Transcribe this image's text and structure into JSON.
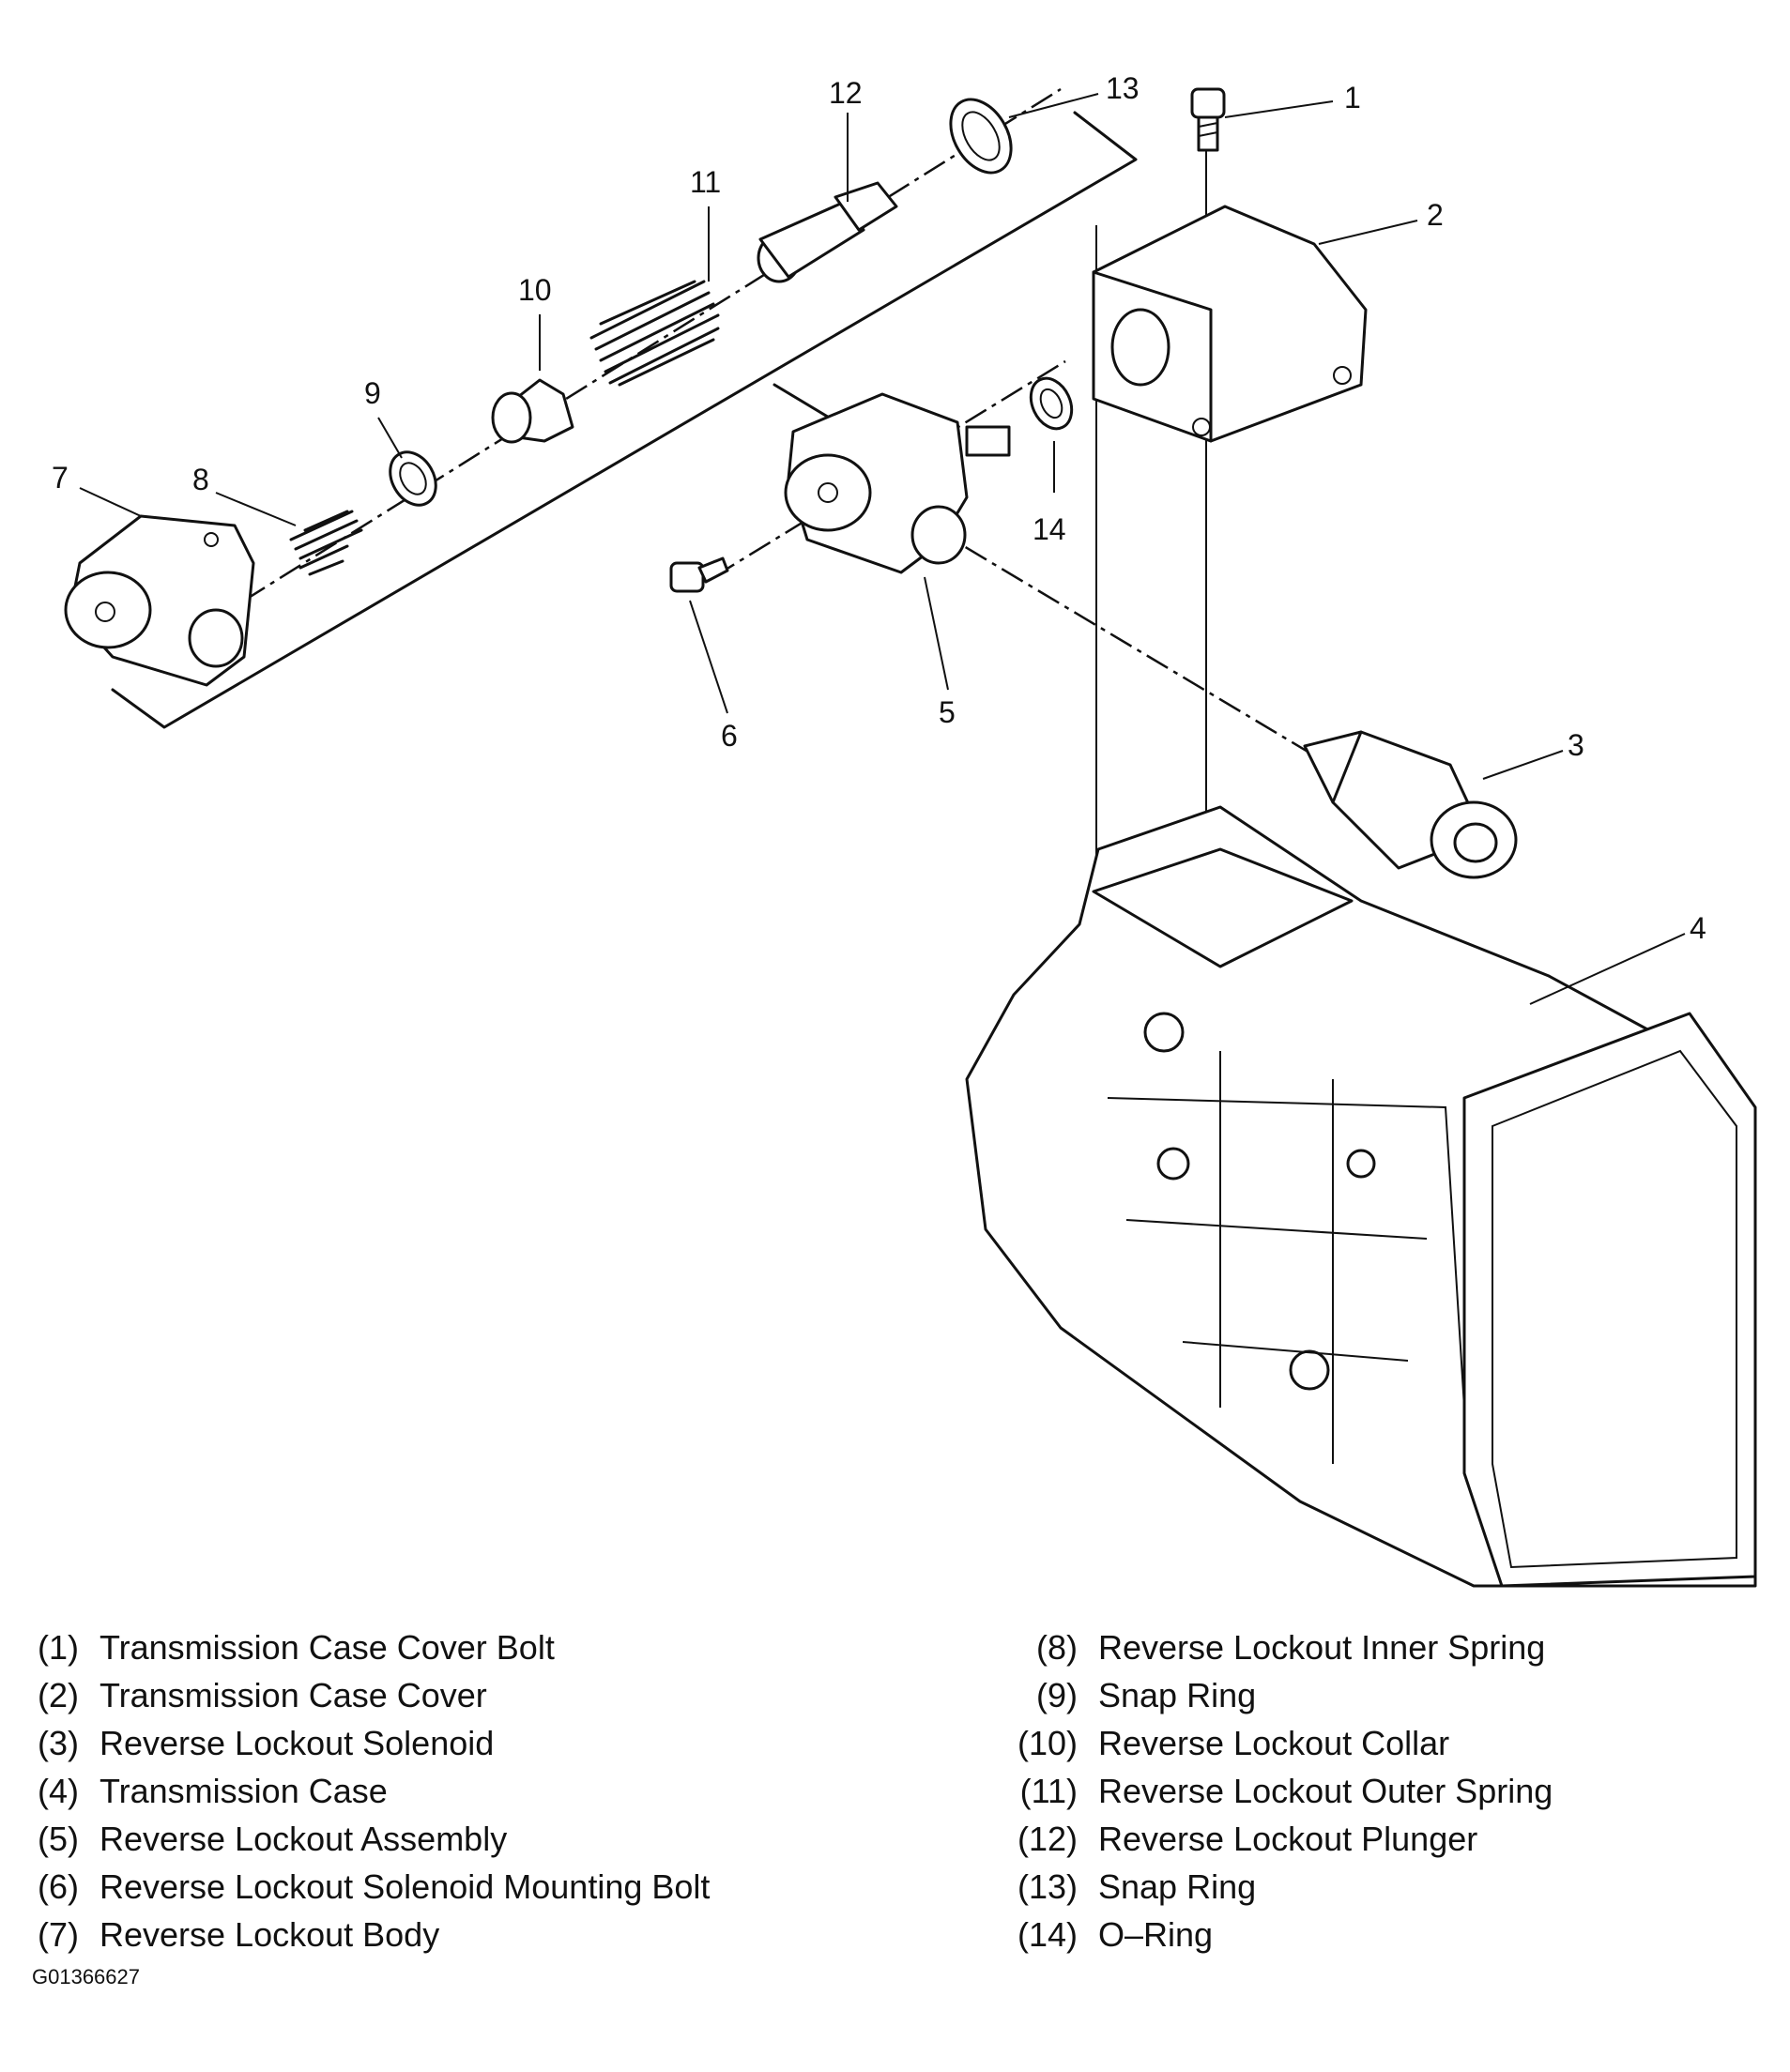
{
  "callouts": [
    "1",
    "2",
    "3",
    "4",
    "5",
    "6",
    "7",
    "8",
    "9",
    "10",
    "11",
    "12",
    "13",
    "14"
  ],
  "legend_left": [
    {
      "num": "(1)",
      "label": "Transmission Case Cover Bolt"
    },
    {
      "num": "(2)",
      "label": "Transmission Case Cover"
    },
    {
      "num": "(3)",
      "label": "Reverse Lockout Solenoid"
    },
    {
      "num": "(4)",
      "label": "Transmission Case"
    },
    {
      "num": "(5)",
      "label": "Reverse Lockout Assembly"
    },
    {
      "num": "(6)",
      "label": "Reverse Lockout Solenoid Mounting Bolt"
    },
    {
      "num": "(7)",
      "label": "Reverse Lockout Body"
    }
  ],
  "legend_right": [
    {
      "num": "(8)",
      "label": "Reverse Lockout Inner Spring"
    },
    {
      "num": "(9)",
      "label": "Snap Ring"
    },
    {
      "num": "(10)",
      "label": "Reverse Lockout Collar"
    },
    {
      "num": "(11)",
      "label": "Reverse Lockout Outer Spring"
    },
    {
      "num": "(12)",
      "label": "Reverse Lockout Plunger"
    },
    {
      "num": "(13)",
      "label": "Snap Ring"
    },
    {
      "num": "(14)",
      "label": "O–Ring"
    }
  ],
  "figure_id": "G01366627"
}
